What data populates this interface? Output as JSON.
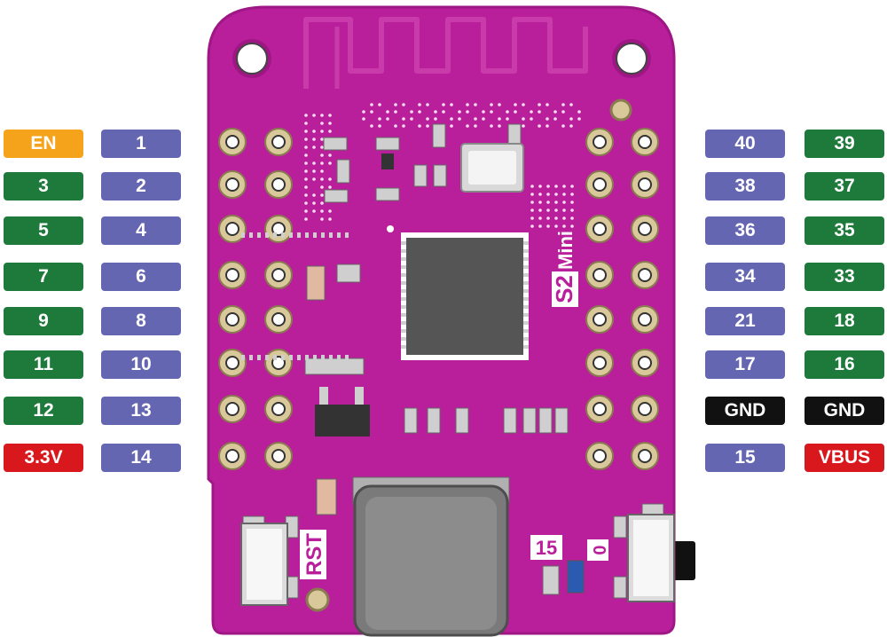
{
  "colors": {
    "board": "#b91f9b",
    "board_edge": "#9e1785",
    "trace": "#c93bab",
    "en": "#f5a31a",
    "gpio": "#1e7a3a",
    "pin_number": "#6566b2",
    "ground": "#111111",
    "power": "#d9181e",
    "pad_gold": "#d8c89a",
    "chip": "#555555",
    "usb": "#7a7a7a"
  },
  "silkscreen": {
    "model": "S2",
    "model_suffix": "Mini",
    "reset": "RST",
    "button_left_num": "15",
    "button_right_num": "0"
  },
  "left_outer": [
    {
      "label": "EN",
      "kind": "en"
    },
    {
      "label": "3",
      "kind": "gpio"
    },
    {
      "label": "5",
      "kind": "gpio"
    },
    {
      "label": "7",
      "kind": "gpio"
    },
    {
      "label": "9",
      "kind": "gpio"
    },
    {
      "label": "11",
      "kind": "gpio"
    },
    {
      "label": "12",
      "kind": "gpio"
    },
    {
      "label": "3.3V",
      "kind": "power"
    }
  ],
  "left_inner": [
    {
      "label": "1",
      "kind": "pin_number"
    },
    {
      "label": "2",
      "kind": "pin_number"
    },
    {
      "label": "4",
      "kind": "pin_number"
    },
    {
      "label": "6",
      "kind": "pin_number"
    },
    {
      "label": "8",
      "kind": "pin_number"
    },
    {
      "label": "10",
      "kind": "pin_number"
    },
    {
      "label": "13",
      "kind": "pin_number"
    },
    {
      "label": "14",
      "kind": "pin_number"
    }
  ],
  "right_inner": [
    {
      "label": "40",
      "kind": "pin_number"
    },
    {
      "label": "38",
      "kind": "pin_number"
    },
    {
      "label": "36",
      "kind": "pin_number"
    },
    {
      "label": "34",
      "kind": "pin_number"
    },
    {
      "label": "21",
      "kind": "pin_number"
    },
    {
      "label": "17",
      "kind": "pin_number"
    },
    {
      "label": "GND",
      "kind": "ground"
    },
    {
      "label": "15",
      "kind": "pin_number"
    }
  ],
  "right_outer": [
    {
      "label": "39",
      "kind": "gpio"
    },
    {
      "label": "37",
      "kind": "gpio"
    },
    {
      "label": "35",
      "kind": "gpio"
    },
    {
      "label": "33",
      "kind": "gpio"
    },
    {
      "label": "18",
      "kind": "gpio"
    },
    {
      "label": "16",
      "kind": "gpio"
    },
    {
      "label": "GND",
      "kind": "ground"
    },
    {
      "label": "VBUS",
      "kind": "power"
    }
  ]
}
